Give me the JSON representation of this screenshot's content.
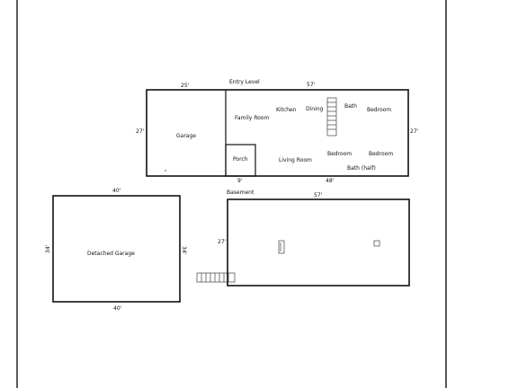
{
  "entry_level": {
    "title": "Entry Level",
    "dims": {
      "top_left": "25'",
      "top_right": "57'",
      "left": "27'",
      "right": "27'",
      "bottom_porch": "9'",
      "bottom_main": "48'"
    },
    "rooms": {
      "garage": "Garage",
      "family_room": "Family Room",
      "kitchen": "Kitchen",
      "dining": "Dining",
      "bath": "Bath",
      "bedroom_upper": "Bedroom",
      "porch": "Porch",
      "living_room": "Living Room",
      "bedroom_lower_left": "Bedroom",
      "bedroom_lower_right": "Bedroom",
      "bath_half": "Bath (half)"
    }
  },
  "basement": {
    "title": "Basement",
    "dims": {
      "top": "57'",
      "left": "27'"
    }
  },
  "detached_garage": {
    "label": "Detached Garage",
    "dims": {
      "top": "40'",
      "bottom": "40'",
      "left": "34'",
      "right": "34'"
    }
  }
}
